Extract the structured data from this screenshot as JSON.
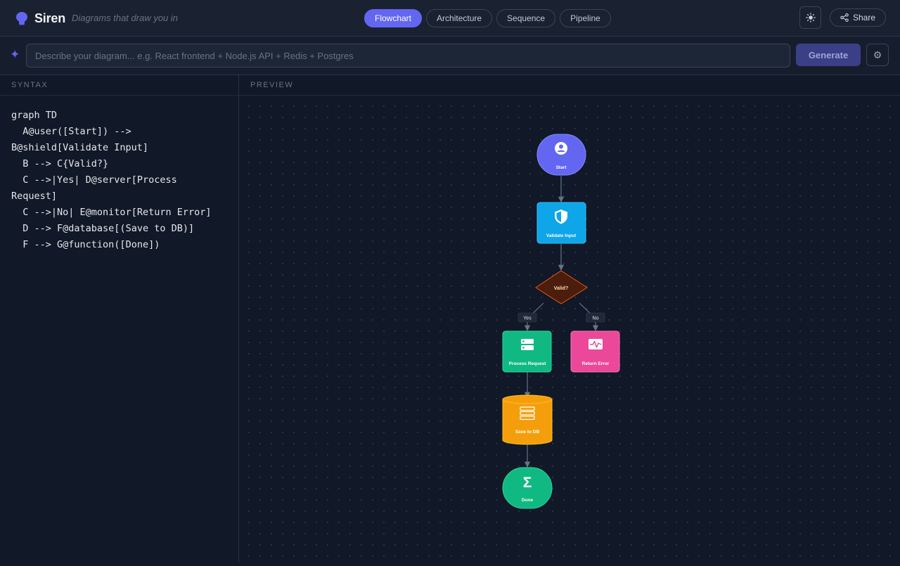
{
  "app": {
    "name": "Siren",
    "tagline": "Diagrams that draw you in"
  },
  "header": {
    "tabs": [
      {
        "label": "Flowchart",
        "active": true
      },
      {
        "label": "Architecture",
        "active": false
      },
      {
        "label": "Sequence",
        "active": false
      },
      {
        "label": "Pipeline",
        "active": false
      }
    ],
    "theme_icon": "sun-icon",
    "share_label": "Share"
  },
  "prompt": {
    "icon": "sparkle-icon",
    "placeholder": "Describe your diagram... e.g. React frontend + Node.js API + Redis + Postgres",
    "value": "",
    "generate_label": "Generate",
    "settings_icon": "gear-icon"
  },
  "syntax": {
    "heading": "SYNTAX",
    "code": "graph TD\n  A@user([Start]) -->\nB@shield[Validate Input]\n  B --> C{Valid?}\n  C -->|Yes| D@server[Process\nRequest]\n  C -->|No| E@monitor[Return Error]\n  D --> F@database[(Save to DB)]\n  F --> G@function([Done])"
  },
  "preview": {
    "heading": "PREVIEW",
    "nodes": {
      "start": {
        "label": "Start",
        "icon": "user-icon",
        "color": "#6366f1"
      },
      "validate": {
        "label": "Validate Input",
        "icon": "shield-icon",
        "color": "#0ea5e9"
      },
      "valid": {
        "label": "Valid?",
        "shape": "diamond",
        "color": "#4a1d0c",
        "stroke": "#ea580c"
      },
      "process": {
        "label": "Process Request",
        "icon": "server-icon",
        "color": "#10b981"
      },
      "error": {
        "label": "Return Error",
        "icon": "monitor-icon",
        "color": "#ec4899"
      },
      "save": {
        "label": "Save to DB",
        "icon": "database-icon",
        "color": "#f59e0b"
      },
      "done": {
        "label": "Done",
        "icon": "sigma-icon",
        "color": "#10b981"
      }
    },
    "edges": {
      "yes_label": "Yes",
      "no_label": "No"
    }
  }
}
